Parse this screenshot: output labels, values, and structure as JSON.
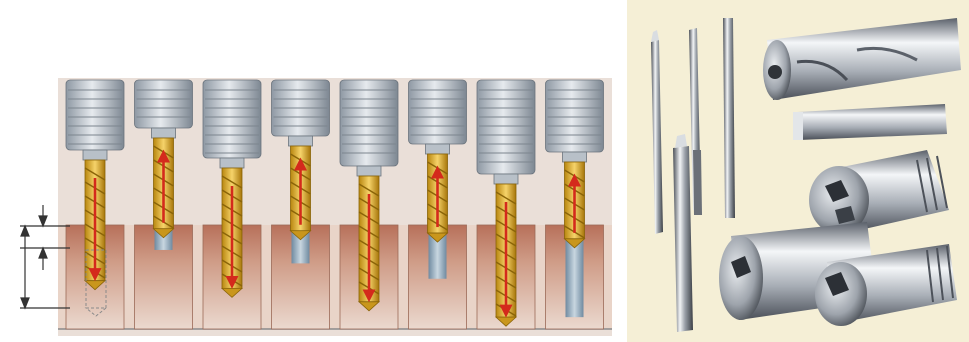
{
  "illustrations": {
    "left": {
      "subject": "peck-drilling-sequence-diagram",
      "stages": [
        {
          "direction": "down",
          "depth": 0.58
        },
        {
          "direction": "up",
          "depth": 0.26
        },
        {
          "direction": "down",
          "depth": 0.66
        },
        {
          "direction": "up",
          "depth": 0.4
        },
        {
          "direction": "down",
          "depth": 0.8
        },
        {
          "direction": "up",
          "depth": 0.56
        },
        {
          "direction": "down",
          "depth": 0.96
        },
        {
          "direction": "up",
          "depth": 0.96
        }
      ],
      "colors": {
        "background": "#eadfd8",
        "chuck": "#c9cfd6",
        "drill": "#e8b63a",
        "workpiece": "#c68f7a",
        "hole": "#9fb3c4",
        "arrow": "#d42a1c"
      }
    },
    "right": {
      "subject": "drilling-and-boring-tools-photo",
      "colors": {
        "background": "#f5efd6",
        "steel": "#9aa0a8"
      }
    }
  }
}
